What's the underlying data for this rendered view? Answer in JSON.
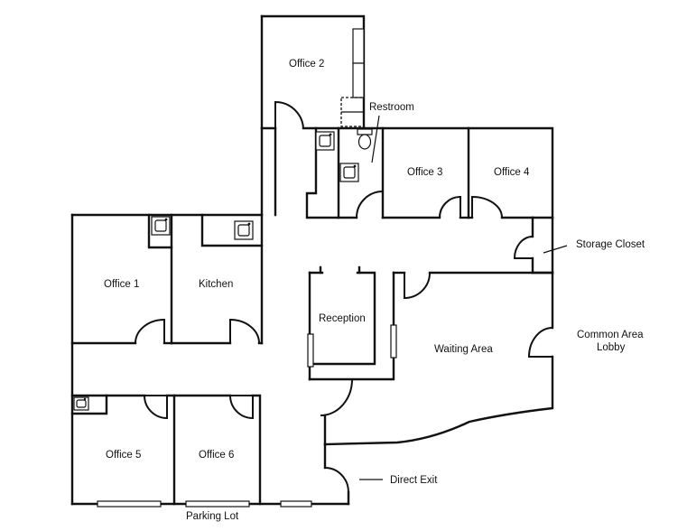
{
  "rooms": {
    "office_1": "Office 1",
    "office_2": "Office 2",
    "office_3": "Office 3",
    "office_4": "Office 4",
    "office_5": "Office 5",
    "office_6": "Office 6",
    "kitchen": "Kitchen",
    "reception": "Reception",
    "restroom": "Restroom",
    "waiting_area": "Waiting Area",
    "storage_closet": "Storage Closet",
    "common_area_lobby_line1": "Common Area",
    "common_area_lobby_line2": "Lobby",
    "direct_exit": "Direct Exit",
    "parking_lot": "Parking Lot"
  },
  "icons": [
    "sink-icon",
    "toilet-icon",
    "door-swing-icon",
    "window-icon"
  ]
}
